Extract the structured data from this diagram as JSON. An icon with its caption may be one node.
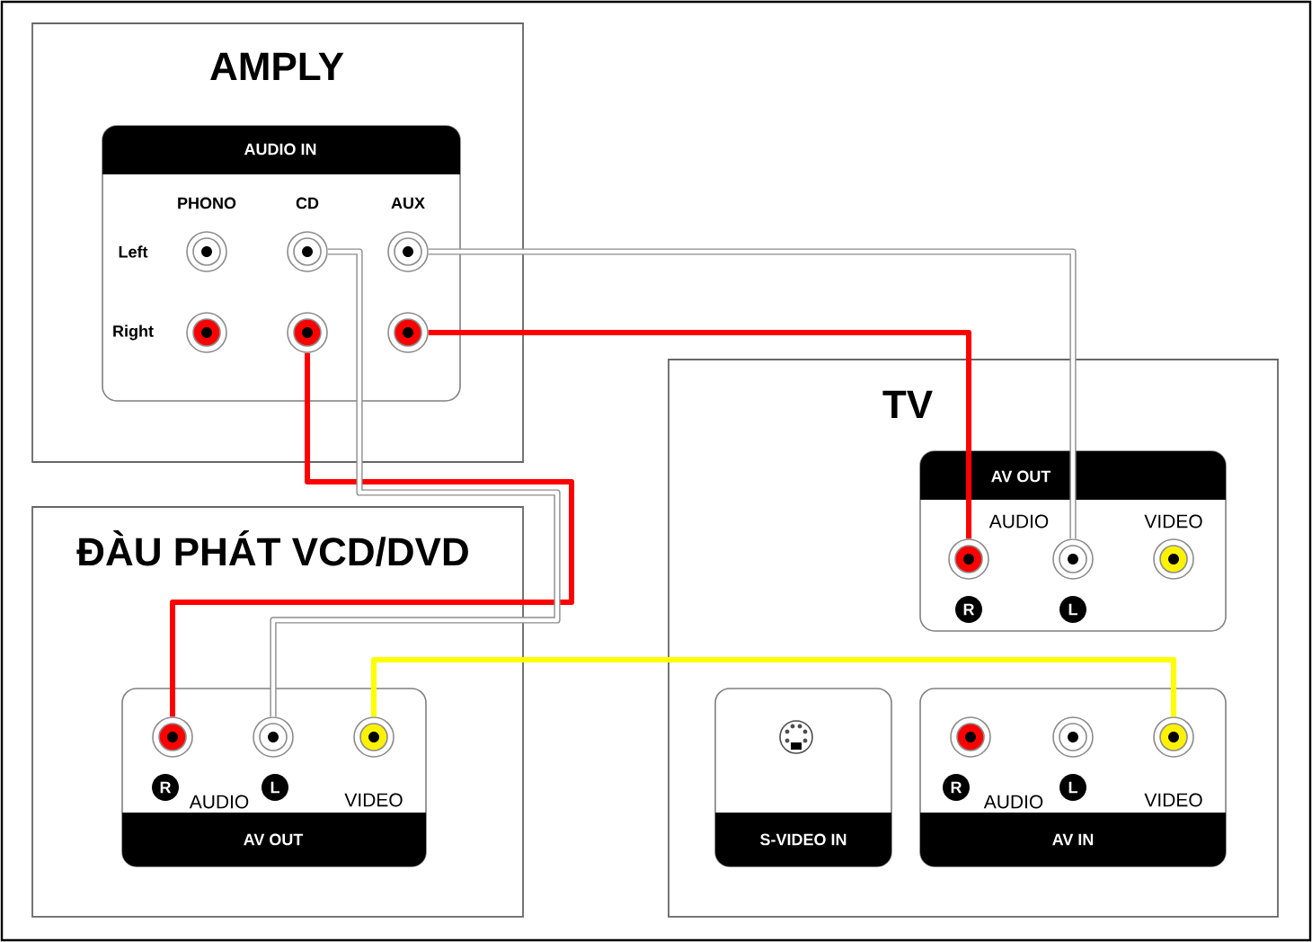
{
  "diagram": {
    "nodes": [
      {
        "text": [
          "AMPLY"
        ]
      },
      {
        "text": [
          "AUDIO IN"
        ],
        "in": 0
      },
      {
        "text": [],
        "shape": "circle",
        "in": 1
      },
      {
        "text": [],
        "shape": "circle",
        "in": 1
      },
      {
        "text": [],
        "shape": "circle",
        "in": 1
      },
      {
        "text": [],
        "shape": "circle",
        "in": 1
      },
      {
        "text": [],
        "shape": "circle",
        "in": 1
      },
      {
        "text": [],
        "shape": "circle",
        "in": 1
      },
      {
        "text": [
          "ĐÀU PHÁT VCD/DVD"
        ]
      },
      {
        "text": [
          "AV OUT"
        ],
        "in": 8
      },
      {
        "text": [],
        "shape": "circle",
        "in": 9
      },
      {
        "text": [],
        "shape": "circle",
        "in": 9
      },
      {
        "text": [],
        "shape": "circle",
        "in": 9
      },
      {
        "text": [
          "TV"
        ]
      },
      {
        "text": [
          "AV OUT"
        ],
        "in": 13
      },
      {
        "text": [],
        "shape": "circle",
        "in": 14
      },
      {
        "text": [],
        "shape": "circle",
        "in": 14
      },
      {
        "text": [],
        "shape": "circle",
        "in": 14
      },
      {
        "text": [
          "S-VIDEO IN"
        ],
        "in": 13
      },
      {
        "text": [
          "AV IN"
        ],
        "in": 13
      },
      {
        "text": [],
        "shape": "circle",
        "in": 19
      },
      {
        "text": [],
        "shape": "circle",
        "in": 19
      },
      {
        "text": [],
        "shape": "circle",
        "in": 19
      }
    ],
    "edges": [
      {
        "from": 6,
        "to": 10,
        "arrow": "none",
        "color": "#ff0000"
      },
      {
        "from": 3,
        "to": 11,
        "arrow": "none",
        "color": "#ffffff"
      },
      {
        "from": 4,
        "to": 16,
        "arrow": "none",
        "color": "#ffffff"
      },
      {
        "from": 7,
        "to": 15,
        "arrow": "none",
        "color": "#ff0000"
      },
      {
        "from": 12,
        "to": 22,
        "arrow": "none",
        "color": "#ffff00"
      }
    ],
    "labels": [
      "PHONO",
      "CD",
      "AUX",
      "Left",
      "Right",
      "R",
      "AUDIO",
      "L",
      "VIDEO",
      "AUDIO",
      "VIDEO",
      "R",
      "L",
      "R",
      "AUDIO",
      "L",
      "VIDEO"
    ]
  }
}
